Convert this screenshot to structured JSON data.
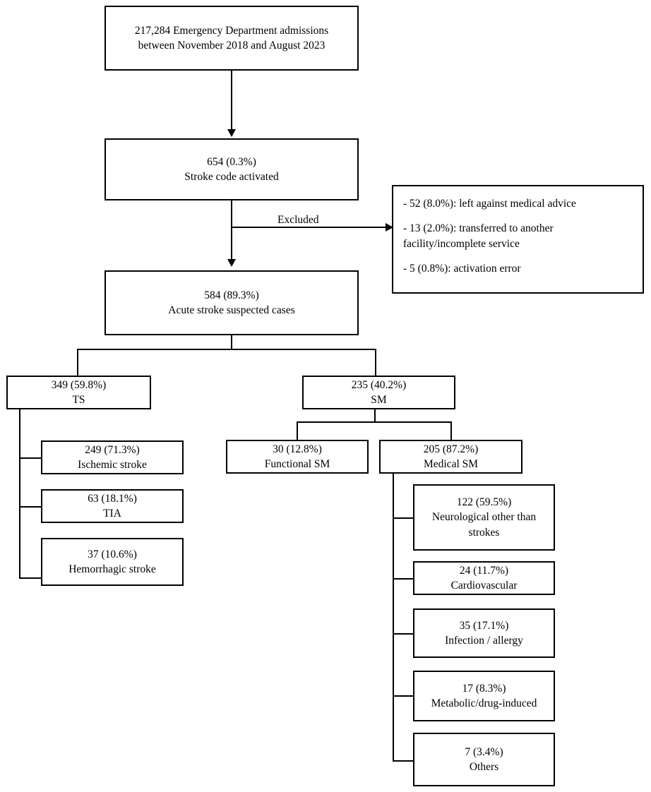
{
  "figure": {
    "type": "flowchart",
    "title": "Stroke code activation patient flow diagram",
    "background": "#ffffff",
    "line_color": "#000000"
  },
  "nodes": {
    "admissions": {
      "line1": "217,284 Emergency Department admissions",
      "line2": "between November 2018 and August 2023"
    },
    "stroke_code": {
      "line1": "654 (0.3%)",
      "line2": "Stroke code activated"
    },
    "suspected": {
      "line1": "584 (89.3%)",
      "line2": "Acute stroke suspected cases"
    },
    "ts": {
      "line1": "349 (59.8%)",
      "line2": "TS"
    },
    "sm": {
      "line1": "235 (40.2%)",
      "line2": "SM"
    },
    "ischemic": {
      "line1": "249 (71.3%)",
      "line2": "Ischemic stroke"
    },
    "tia": {
      "line1": "63 (18.1%)",
      "line2": "TIA"
    },
    "hemorrhagic": {
      "line1": "37 (10.6%)",
      "line2": "Hemorrhagic stroke"
    },
    "functional_sm": {
      "line1": "30 (12.8%)",
      "line2": "Functional SM"
    },
    "medical_sm": {
      "line1": "205 (87.2%)",
      "line2": "Medical SM"
    },
    "neurological": {
      "line1": "122 (59.5%)",
      "line2": "Neurological other than strokes"
    },
    "cardiovascular": {
      "line1": "24 (11.7%)",
      "line2": "Cardiovascular"
    },
    "infection": {
      "line1": "35 (17.1%)",
      "line2": "Infection / allergy"
    },
    "metabolic": {
      "line1": "17 (8.3%)",
      "line2": "Metabolic/drug-induced"
    },
    "others": {
      "line1": "7 (3.4%)",
      "line2": "Others"
    }
  },
  "excluded": {
    "edge_label": "Excluded",
    "reasons": [
      "- 52 (8.0%): left against medical advice",
      "- 13 (2.0%): transferred to another facility/incomplete service",
      "- 5 (0.8%): activation error"
    ]
  }
}
